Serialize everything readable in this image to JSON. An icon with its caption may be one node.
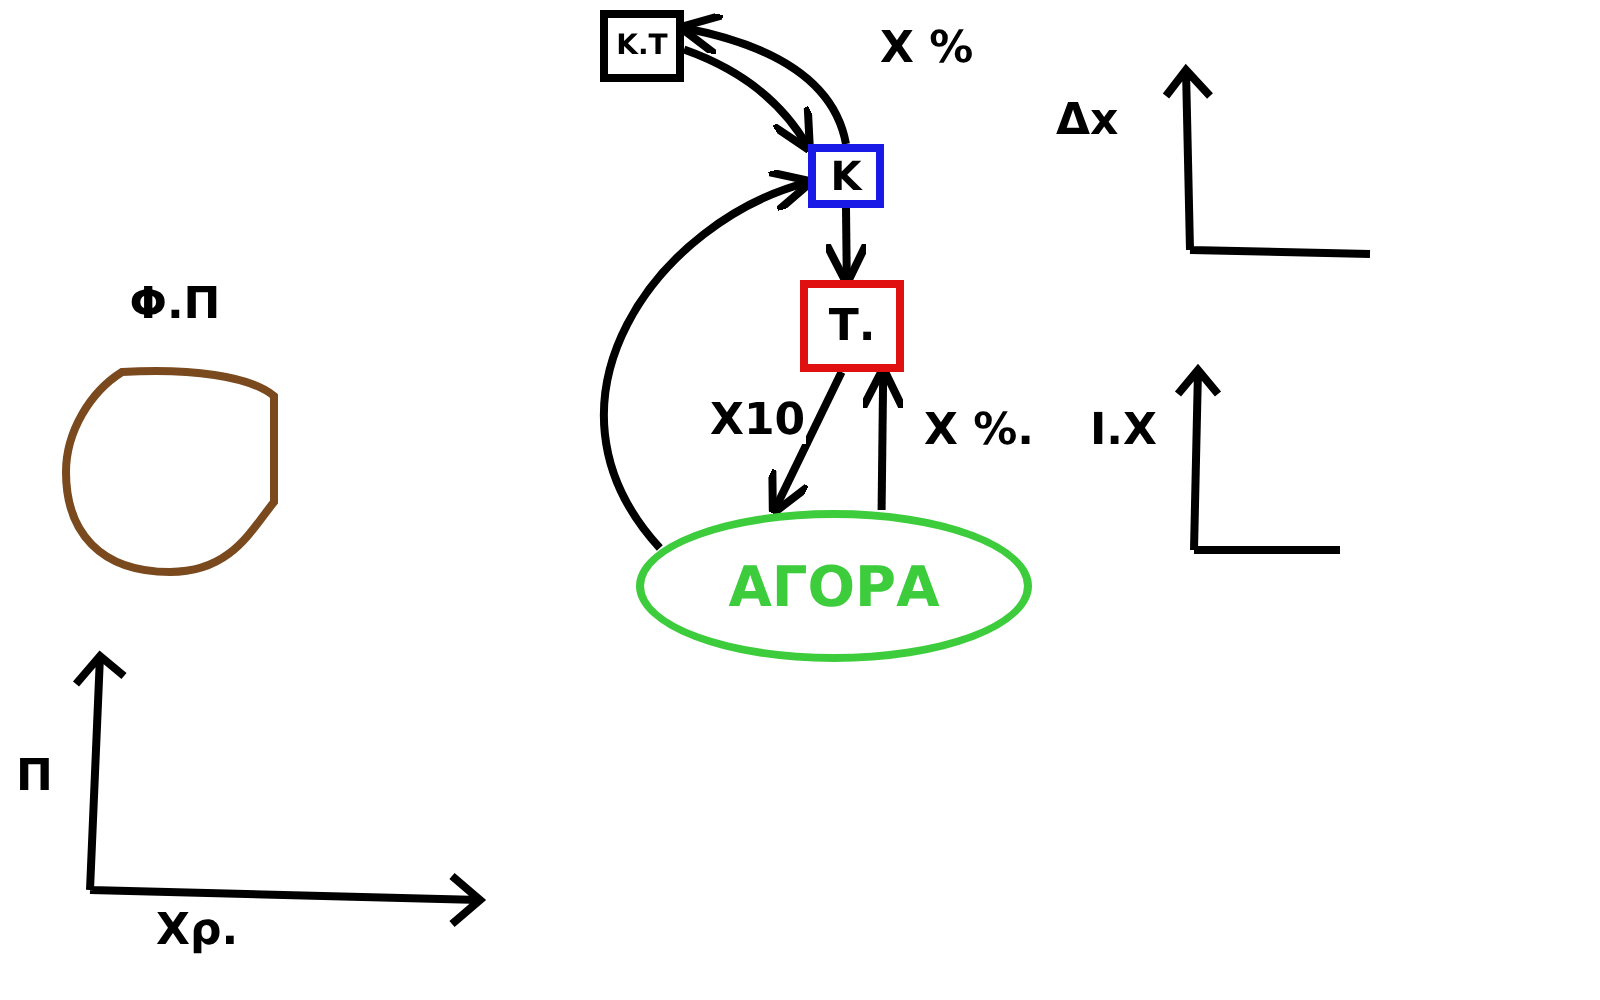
{
  "diagram": {
    "nodes": [
      {
        "text": [
          "Κ.Τ"
        ]
      },
      {
        "text": [
          "Κ"
        ]
      },
      {
        "text": [
          "Τ."
        ]
      },
      {
        "text": [
          "ΑΓΟΡΑ"
        ]
      },
      {
        "text": [
          "Φ.Π"
        ]
      }
    ],
    "edges": [
      {
        "from": 0,
        "to": 1,
        "arrow": "to"
      },
      {
        "from": 1,
        "to": 0,
        "arrow": "to",
        "label": "Χ %"
      },
      {
        "from": 1,
        "to": 2,
        "arrow": "to"
      },
      {
        "from": 2,
        "to": 3,
        "arrow": "to",
        "label": "Χ10"
      },
      {
        "from": 3,
        "to": 2,
        "arrow": "to",
        "label": "Χ %."
      },
      {
        "from": 3,
        "to": 1,
        "arrow": "to"
      }
    ],
    "labels": [
      "Δx",
      "Ι.Χ",
      "Π",
      "Χρ."
    ]
  }
}
